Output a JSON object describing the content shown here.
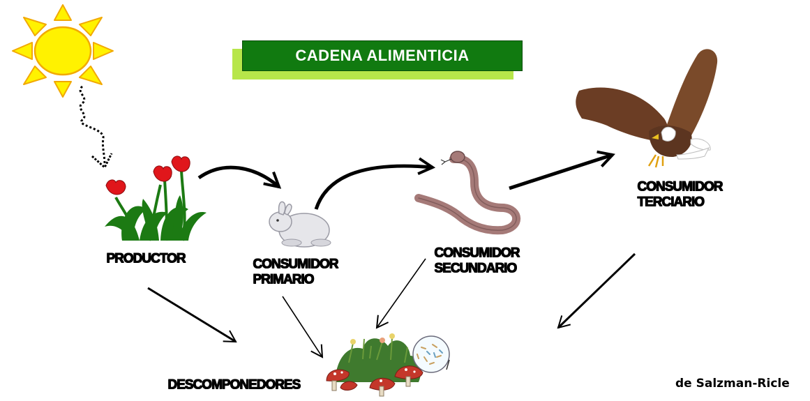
{
  "title": "CADENA ALIMENTICIA",
  "nodes": {
    "productor": {
      "line1": "PRODUCTOR",
      "line2": ""
    },
    "consumidor_primario": {
      "line1": "CONSUMIDOR",
      "line2": "PRIMARIO"
    },
    "consumidor_secundario": {
      "line1": "CONSUMIDOR",
      "line2": "SECUNDARIO"
    },
    "consumidor_terciario": {
      "line1": "CONSUMIDOR",
      "line2": "TERCIARIO"
    },
    "descomponedores": {
      "line1": "DESCOMPONEDORES",
      "line2": ""
    }
  },
  "credit": "de Salzman-Ricle",
  "icons": {
    "sun": "sun-icon",
    "producer": "tulip-flowers-icon",
    "primary_consumer": "rabbit-icon",
    "secondary_consumer": "snake-icon",
    "tertiary_consumer": "eagle-icon",
    "decomposers": "mushrooms-icon",
    "microbes": "bacteria-petri-dish-icon"
  },
  "colors": {
    "title_bg": "#117a10",
    "title_shadow": "#b7e64a",
    "sun": "#fff200",
    "sun_outline": "#f2a900",
    "tulip": "#e0161b",
    "stem": "#1c7a13",
    "snake": "#a57a78",
    "arrow": "#000000"
  }
}
